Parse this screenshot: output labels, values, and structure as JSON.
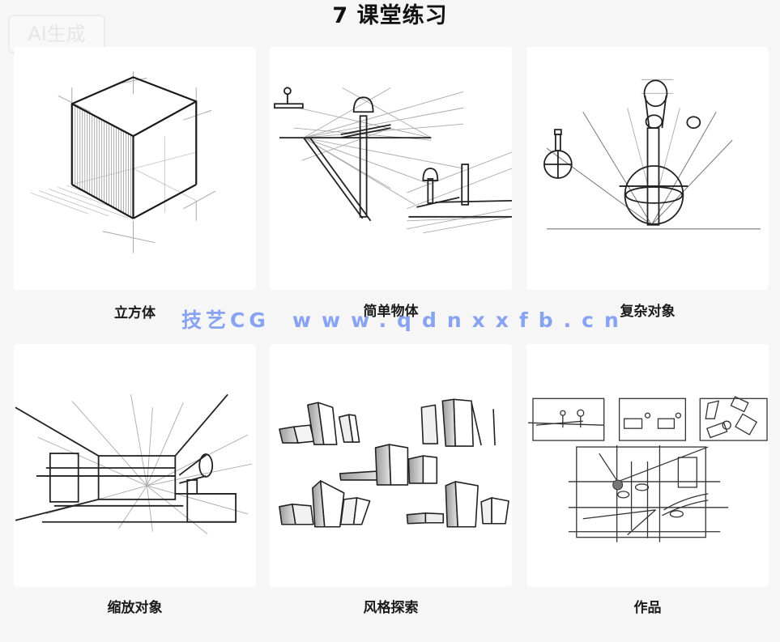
{
  "header": {
    "title": "7 课堂练习",
    "ai_badge": "AI生成"
  },
  "panels": [
    {
      "id": "cube",
      "caption": "立方体",
      "illustration": "cube-perspective-sketch"
    },
    {
      "id": "simple-objects",
      "caption": "简单物体",
      "illustration": "simple-objects-perspective-sketch"
    },
    {
      "id": "complex-objects",
      "caption": "复杂对象",
      "illustration": "complex-objects-sphere-sketch"
    },
    {
      "id": "scaled-objects",
      "caption": "缩放对象",
      "illustration": "room-one-point-perspective-sketch"
    },
    {
      "id": "style-exploration",
      "caption": "风格探索",
      "illustration": "building-blocks-sketch"
    },
    {
      "id": "works",
      "caption": "作品",
      "illustration": "interior-composition-sketch"
    }
  ],
  "watermark": {
    "brand": "技艺CG",
    "url": "www.qdnxxfb.cn",
    "color": "#7e9df2"
  },
  "colors": {
    "background": "#f6f6f6",
    "panel": "#ffffff",
    "ink": "#222222",
    "guide": "#9a9a9a"
  }
}
